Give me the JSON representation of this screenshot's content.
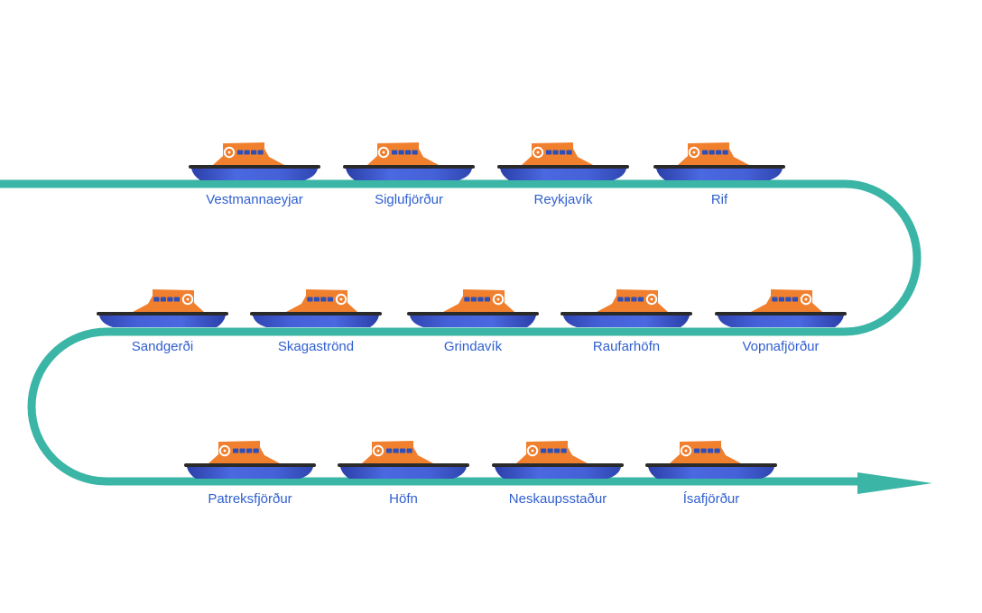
{
  "colors": {
    "path": "#3bb5a6",
    "cabin": "#f07f2e",
    "hull": "#4561d8",
    "hull_dark": "#2b3fa8",
    "deck": "#2a2a2a",
    "window": "#2e4fb8",
    "label": "#2f5fcf"
  },
  "rows": [
    {
      "direction": "left-to-right",
      "stations": [
        {
          "name": "Vestmannaeyjar"
        },
        {
          "name": "Siglufjörður"
        },
        {
          "name": "Reykjavík"
        },
        {
          "name": "Rif"
        }
      ]
    },
    {
      "direction": "right-to-left",
      "stations": [
        {
          "name": "Sandgerði"
        },
        {
          "name": "Skagaströnd"
        },
        {
          "name": "Grindavík"
        },
        {
          "name": "Raufarhöfn"
        },
        {
          "name": "Vopnafjörður"
        }
      ]
    },
    {
      "direction": "left-to-right",
      "stations": [
        {
          "name": "Patreksfjörður"
        },
        {
          "name": "Höfn"
        },
        {
          "name": "Neskaupsstaður"
        },
        {
          "name": "Ísafjörður"
        }
      ]
    }
  ]
}
